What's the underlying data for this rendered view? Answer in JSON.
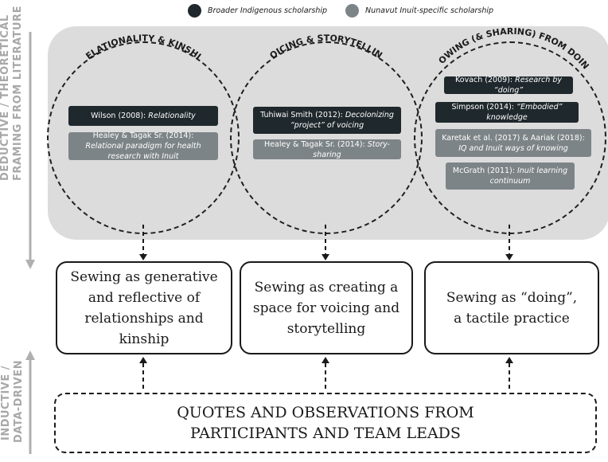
{
  "legend": [
    {
      "label": "Broader Indigenous scholarship",
      "color": "#1f282c"
    },
    {
      "label": "Nunavut Inuit-specific scholarship",
      "color": "#7d8487"
    }
  ],
  "side_labels": {
    "top": [
      "DEDUCTIVE / THEORETICAL",
      "FRAMING FROM LITERATURE"
    ],
    "bottom": [
      "INDUCTIVE /",
      "DATA-DRIVEN"
    ]
  },
  "themes": [
    {
      "title": "RELATIONALITY & KINSHIP",
      "sources": [
        {
          "author": "Wilson (2008): ",
          "note": "Relationality",
          "kind": "broader"
        },
        {
          "author": "Healey & Tagak Sr. (2014): ",
          "note": "Relational paradigm for health research with Inuit",
          "kind": "inuit"
        }
      ],
      "finding": [
        "Sewing as generative",
        "and reflective of",
        "relationships and",
        "kinship"
      ]
    },
    {
      "title": "VOICING & STORYTELLING",
      "sources": [
        {
          "author": "Tuhiwai Smith (2012): ",
          "note": "Decolonizing “project” of voicing",
          "kind": "broader"
        },
        {
          "author": "Healey & Tagak Sr. (2014): ",
          "note": "Story-sharing",
          "kind": "inuit"
        }
      ],
      "finding": [
        "Sewing as creating a",
        "space for voicing and",
        "storytelling"
      ]
    },
    {
      "title": "KNOWING (& SHARING) FROM DOING",
      "sources": [
        {
          "author": "Kovach (2009): ",
          "note": "Research by “doing”",
          "kind": "broader"
        },
        {
          "author": "Simpson (2014): ",
          "note": "“Embodied” knowledge",
          "kind": "broader"
        },
        {
          "author": "Karetak et al. (2017) & Aariak (2018): ",
          "note": "IQ and Inuit ways of knowing",
          "kind": "inuit"
        },
        {
          "author": "McGrath (2011): ",
          "note": "Inuit learning continuum",
          "kind": "inuit"
        }
      ],
      "finding": [
        "Sewing as “doing”,",
        "a tactile practice"
      ]
    }
  ],
  "data_box": [
    "QUOTES AND OBSERVATIONS FROM",
    "PARTICIPANTS AND TEAM LEADS"
  ]
}
